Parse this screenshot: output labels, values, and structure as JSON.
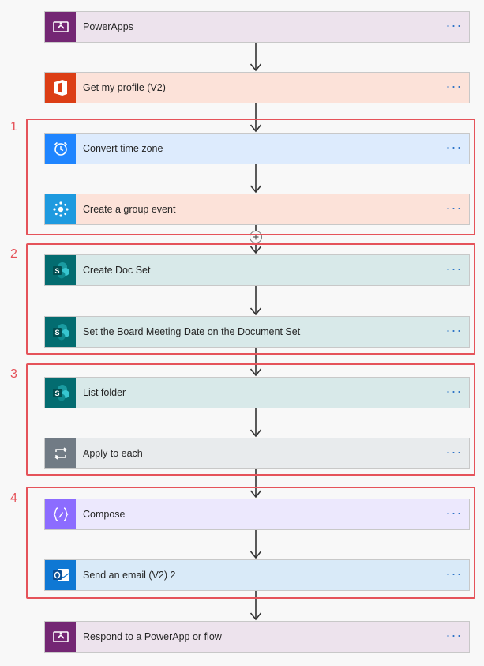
{
  "steps": [
    {
      "label": "PowerApps",
      "icon": "powerapps-icon",
      "icon_bg": "#742774",
      "card_bg": "#ede3ed"
    },
    {
      "label": "Get my profile (V2)",
      "icon": "office-icon",
      "icon_bg": "#dc3e15",
      "card_bg": "#fce2d9"
    },
    {
      "label": "Convert time zone",
      "icon": "alarm-clock-icon",
      "icon_bg": "#1f85ff",
      "card_bg": "#ddebfd"
    },
    {
      "label": "Create a group event",
      "icon": "group-event-icon",
      "icon_bg": "#1e9adf",
      "card_bg": "#fce2d9"
    },
    {
      "label": "Create Doc Set",
      "icon": "sharepoint-icon",
      "icon_bg": "#036c70",
      "card_bg": "#d8e9e9"
    },
    {
      "label": "Set the Board Meeting Date on the Document Set",
      "icon": "sharepoint-icon",
      "icon_bg": "#036c70",
      "card_bg": "#d8e9e9"
    },
    {
      "label": "List folder",
      "icon": "sharepoint-icon",
      "icon_bg": "#036c70",
      "card_bg": "#d8e9e9"
    },
    {
      "label": "Apply to each",
      "icon": "loop-icon",
      "icon_bg": "#717b85",
      "card_bg": "#e8ebed"
    },
    {
      "label": "Compose",
      "icon": "compose-icon",
      "icon_bg": "#8c6cff",
      "card_bg": "#ece8fd"
    },
    {
      "label": "Send an email (V2) 2",
      "icon": "outlook-icon",
      "icon_bg": "#0f78d4",
      "card_bg": "#d9eaf8"
    },
    {
      "label": "Respond to a PowerApp or flow",
      "icon": "powerapps-icon",
      "icon_bg": "#742774",
      "card_bg": "#ede3ed"
    }
  ],
  "more_label": "···",
  "groups": [
    "1",
    "2",
    "3",
    "4"
  ],
  "colors": {
    "group_border": "#e5535a",
    "more_dots": "#2f74c7",
    "connector": "#333333"
  }
}
